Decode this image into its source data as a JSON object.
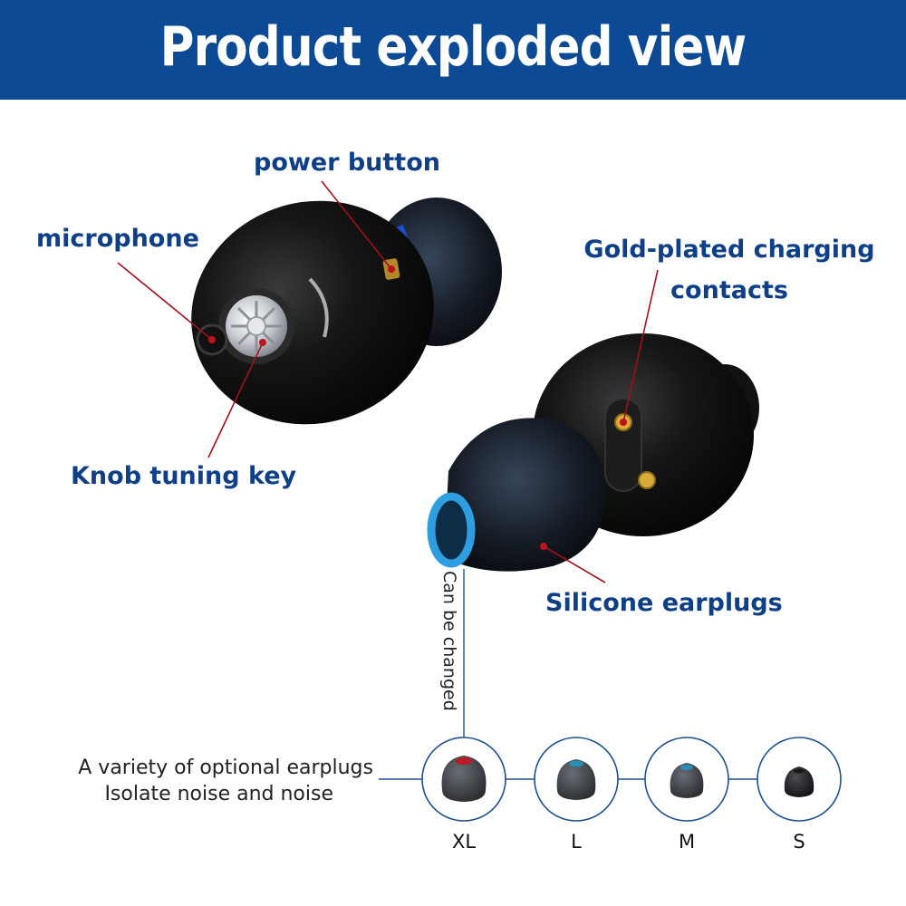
{
  "header": {
    "title": "Product exploded view"
  },
  "callouts": {
    "power_button": "power button",
    "microphone": "microphone",
    "gold_line1": "Gold-plated charging",
    "gold_line2": "contacts",
    "knob": "Knob tuning key",
    "silicone": "Silicone earplugs"
  },
  "changeable_note": "Can be changed",
  "options_note": {
    "line1": "A variety of optional earplugs",
    "line2": "Isolate noise and noise"
  },
  "sizes": [
    {
      "label": "XL",
      "accent": "#c0182a"
    },
    {
      "label": "L",
      "accent": "#2a8fb8"
    },
    {
      "label": "M",
      "accent": "#2a8fb8"
    },
    {
      "label": "S",
      "accent": "#1a1a1a"
    }
  ],
  "colors": {
    "banner": "#0d4a96",
    "label_text": "#0f3f87",
    "leader_line": "#a0101c",
    "ring_stroke": "#1e4f8f",
    "tip_ring": "#2f9ee0"
  }
}
